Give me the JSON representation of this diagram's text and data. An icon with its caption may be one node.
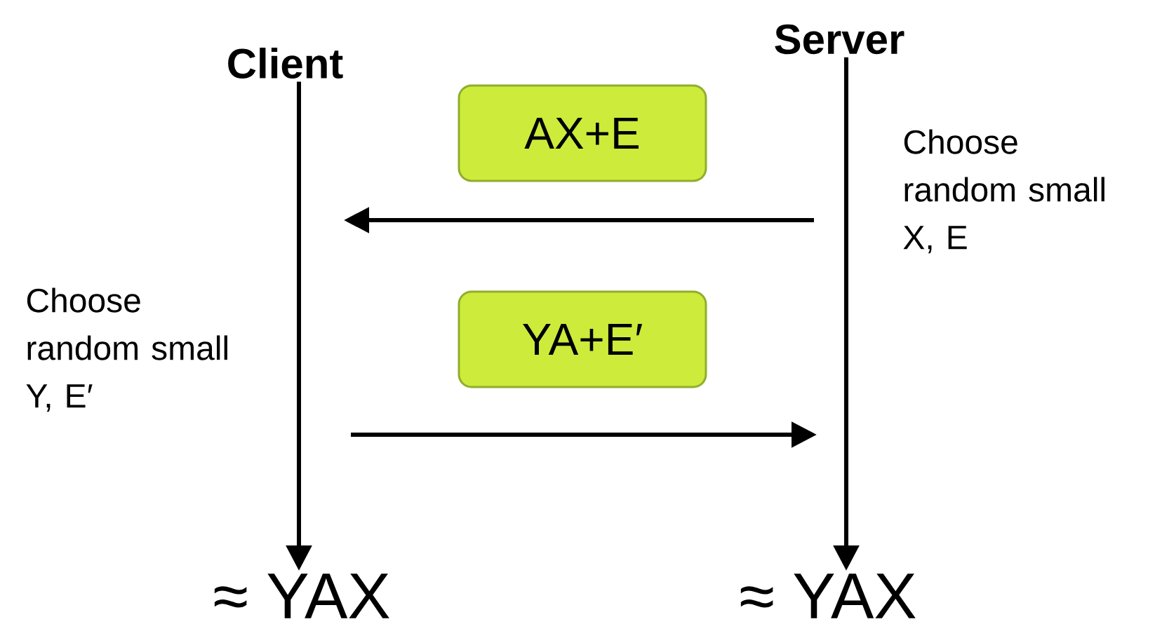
{
  "diagram": {
    "nodes": [
      {
        "text": [
          "Client"
        ]
      },
      {
        "text": [
          "Server"
        ]
      },
      {
        "text": [
          "≈ YAX"
        ]
      },
      {
        "text": [
          "≈ YAX"
        ]
      },
      {
        "text": [
          "AX+E"
        ]
      },
      {
        "text": [
          "YA+E′"
        ]
      }
    ],
    "edges": [
      {
        "from": 0,
        "to": 2,
        "arrow": "to"
      },
      {
        "from": 1,
        "to": 3,
        "arrow": "to"
      }
    ],
    "labels": [
      "Choose random small X, E",
      "Choose random small Y, E′"
    ]
  }
}
